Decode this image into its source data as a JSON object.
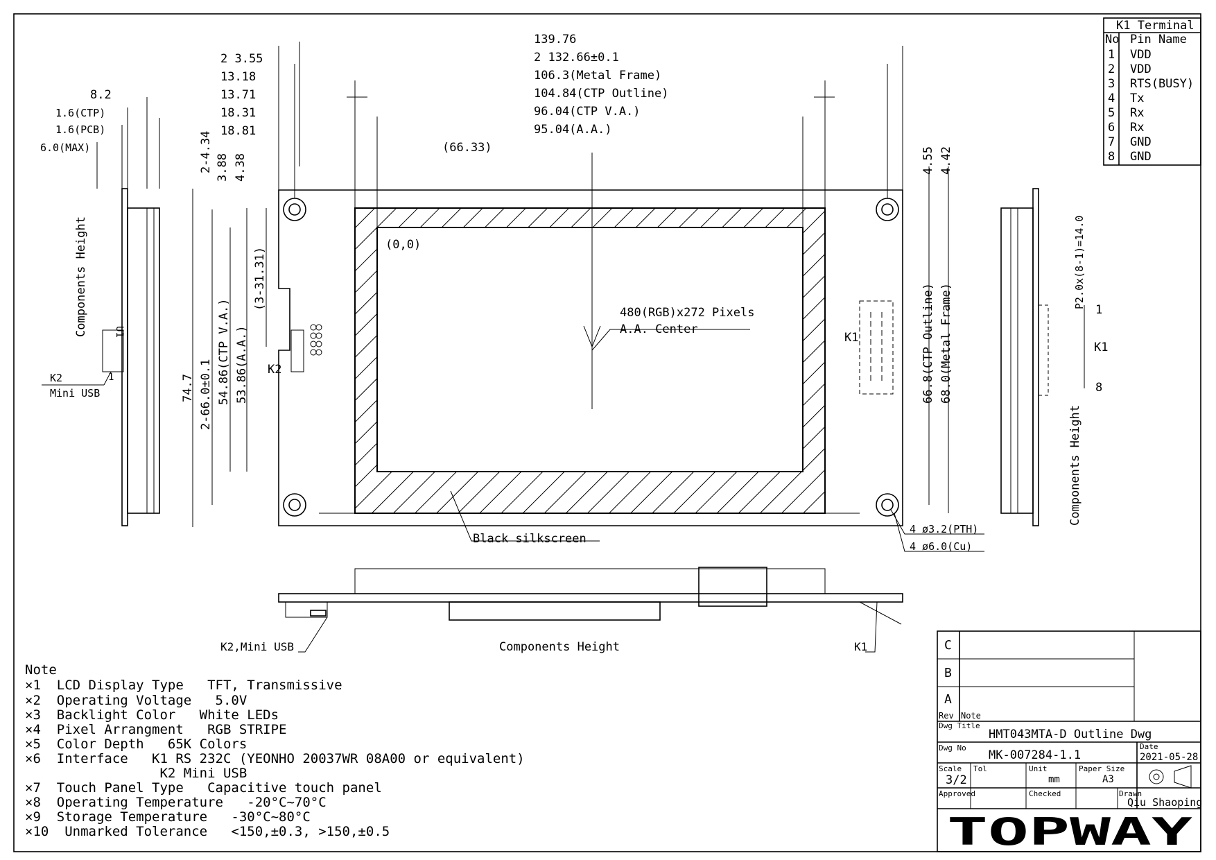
{
  "top_dims": [
    "139.76",
    "2 132.66±0.1",
    "106.3(Metal Frame)",
    "104.84(CTP Outline)",
    "96.04(CTP V.A.)",
    "95.04(A.A.)"
  ],
  "top_left_dims": [
    "2 3.55",
    "13.18",
    "13.71",
    "18.31",
    "18.81"
  ],
  "side_dims": [
    "8.2",
    "1.6(CTP)",
    "1.6(PCB)",
    "6.0(MAX)"
  ],
  "center_offset": "(66.33)",
  "vert_dims": {
    "d1": "2-4.34",
    "d2": "3.88",
    "d3": "4.38",
    "d4": "(3-31.31)",
    "d5": "74.7",
    "d6": "2-66.0±0.1",
    "d7": "54.86(CTP V.A.)",
    "d8": "53.86(A.A.)",
    "r1": "4.55",
    "r2": "4.42",
    "r3": "66.8(CTP Outline)",
    "r4": "68.0(Metal Frame)"
  },
  "origin_label": "(0,0)",
  "resolution_label": "480(RGB)x272 Pixels",
  "center_label": "A.A. Center",
  "silkscreen_label": "Black silkscreen",
  "holes": [
    "4 ø3.2(PTH)",
    "4 ø6.0(Cu)"
  ],
  "k1_label": "K1",
  "k2_label": "K2",
  "k2_usb": "Mini USB",
  "u1_label": "U1",
  "one_label": "1",
  "components_height_label": "Components Height",
  "k2_mini_usb_callout": "K2,Mini USB",
  "k1_callout": "K1",
  "left_side_label": "Components Height",
  "right_side_label": "Components Height",
  "pitch_label": "P2.0x(8-1)=14.0",
  "pin1": "1",
  "pin8": "8",
  "terminal": {
    "title": "K1 Terminal",
    "headers": [
      "No",
      "Pin Name"
    ],
    "rows": [
      [
        "1",
        "VDD"
      ],
      [
        "2",
        "VDD"
      ],
      [
        "3",
        "RTS(BUSY)"
      ],
      [
        "4",
        "Tx"
      ],
      [
        "5",
        "Rx"
      ],
      [
        "6",
        "Rx"
      ],
      [
        "7",
        "GND"
      ],
      [
        "8",
        "GND"
      ]
    ]
  },
  "notes_title": "Note",
  "notes": [
    "×1  LCD Display Type   TFT, Transmissive",
    "×2  Operating Voltage   5.0V",
    "×3  Backlight Color   White LEDs",
    "×4  Pixel Arrangment   RGB STRIPE",
    "×5  Color Depth   65K Colors",
    "×6  Interface   K1 RS 232C (YEONHO 20037WR 08A00 or equivalent)",
    "                 K2 Mini USB",
    "×7  Touch Panel Type   Capacitive touch panel",
    "×8  Operating Temperature   -20°C~70°C",
    "×9  Storage Temperature   -30°C~80°C",
    "×10  Unmarked Tolerance   <150,±0.3, >150,±0.5"
  ],
  "title_block": {
    "revs": [
      "C",
      "B",
      "A"
    ],
    "rev_label": "Rev",
    "note_label": "Note",
    "dwg_title_label": "Dwg Title",
    "dwg_title": "HMT043MTA-D Outline Dwg",
    "dwg_no_label": "Dwg No",
    "dwg_no": "MK-007284-1.1",
    "date_label": "Date",
    "date": "2021-05-28",
    "scale_label": "Scale",
    "scale": "3/2",
    "tol_label": "Tol",
    "unit_label": "Unit",
    "unit": "mm",
    "paper_label": "Paper Size",
    "paper": "A3",
    "approved_label": "Approved",
    "checked_label": "Checked",
    "drawn_label": "Drawn",
    "drawn": "Qiu Shaoping",
    "logo": "TOPWAY"
  }
}
